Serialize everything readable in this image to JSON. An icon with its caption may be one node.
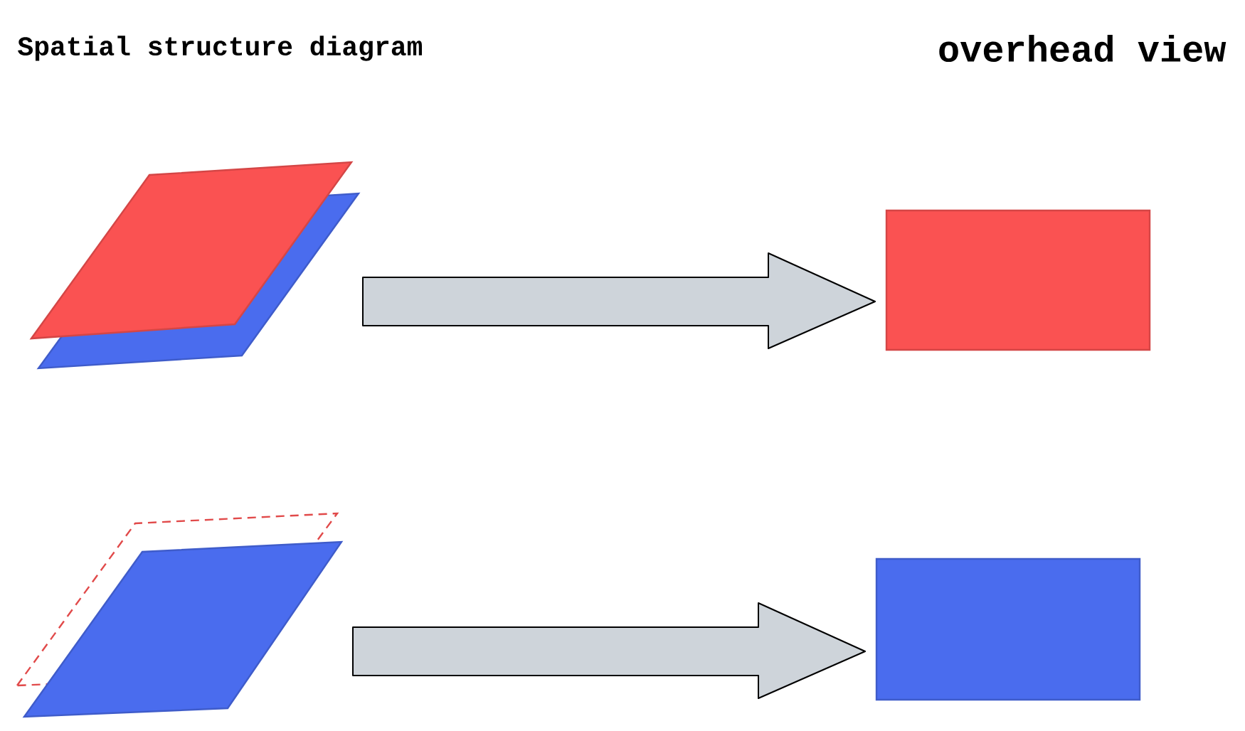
{
  "diagram": {
    "nodes": [
      {
        "text": [],
        "shape": "parallelogram"
      },
      {
        "text": [],
        "shape": "parallelogram"
      },
      {
        "text": [],
        "shape": "box"
      },
      {
        "text": [],
        "shape": "parallelogram"
      },
      {
        "text": [],
        "shape": "parallelogram"
      },
      {
        "text": [],
        "shape": "box"
      }
    ],
    "edges": [
      {
        "from": 0,
        "to": 2,
        "arrow": "to"
      },
      {
        "from": 4,
        "to": 5,
        "arrow": "to"
      }
    ],
    "labels": [
      "Spatial structure diagram",
      "overhead view"
    ]
  }
}
